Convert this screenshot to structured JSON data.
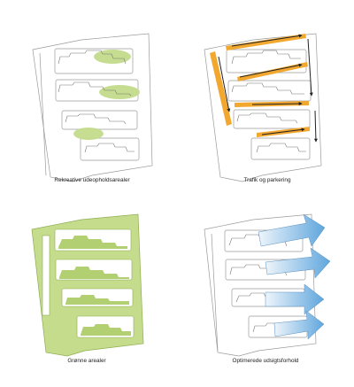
{
  "panels": [
    {
      "id": "recreational",
      "caption": "Rekreative udeopholdsarealer"
    },
    {
      "id": "traffic",
      "caption": "Trafik og parkering"
    },
    {
      "id": "green",
      "caption": "Grønne arealer"
    },
    {
      "id": "views",
      "caption": "Optimerede udsigtsforhold"
    }
  ],
  "colors": {
    "outline": "#9a9a9a",
    "green": "#c4dc8c",
    "green_dark": "#b2cf72",
    "orange": "#f2a72e",
    "arrow_dark": "#222222",
    "blue_light": "#eef5fb",
    "blue_dark": "#5fa6dd"
  }
}
